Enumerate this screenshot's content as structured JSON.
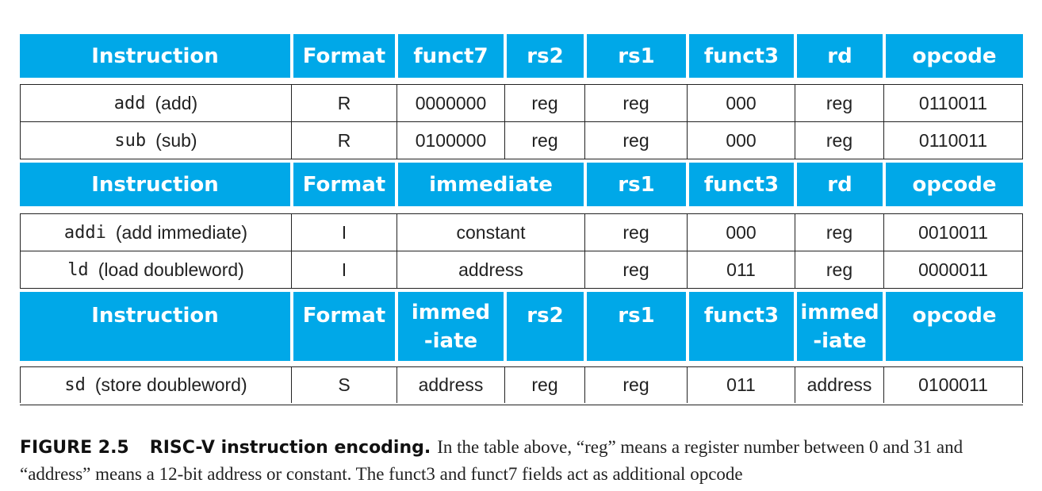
{
  "colors": {
    "header_bg": "#00a8e8",
    "header_text": "#ffffff",
    "border": "#222222"
  },
  "section_r": {
    "headers": [
      "Instruction",
      "Format",
      "funct7",
      "rs2",
      "rs1",
      "funct3",
      "rd",
      "opcode"
    ],
    "rows": [
      {
        "mnemonic": "add",
        "name": "(add)",
        "cells": [
          "R",
          "0000000",
          "reg",
          "reg",
          "000",
          "reg",
          "0110011"
        ]
      },
      {
        "mnemonic": "sub",
        "name": "(sub)",
        "cells": [
          "R",
          "0100000",
          "reg",
          "reg",
          "000",
          "reg",
          "0110011"
        ]
      }
    ]
  },
  "section_i": {
    "headers": [
      "Instruction",
      "Format",
      "immediate",
      "rs1",
      "funct3",
      "rd",
      "opcode"
    ],
    "rows": [
      {
        "mnemonic": "addi",
        "name": "(add immediate)",
        "cells": [
          "I",
          "constant",
          "reg",
          "000",
          "reg",
          "0010011"
        ]
      },
      {
        "mnemonic": "ld",
        "name": "(load doubleword)",
        "cells": [
          "I",
          "address",
          "reg",
          "011",
          "reg",
          "0000011"
        ]
      }
    ]
  },
  "section_s": {
    "headers": [
      "Instruction",
      "Format",
      "immed\n-iate",
      "rs2",
      "rs1",
      "funct3",
      "immed\n-iate",
      "opcode"
    ],
    "rows": [
      {
        "mnemonic": "sd",
        "name": "(store doubleword)",
        "cells": [
          "S",
          "address",
          "reg",
          "reg",
          "011",
          "address",
          "0100011"
        ]
      }
    ]
  },
  "caption": {
    "label": "FIGURE 2.5",
    "title": "RISC-V instruction encoding.",
    "text": "In the table above, “reg” means a register number between 0 and 31 and “address” means a 12-bit address or constant. The funct3 and funct7 fields act as additional opcode"
  }
}
